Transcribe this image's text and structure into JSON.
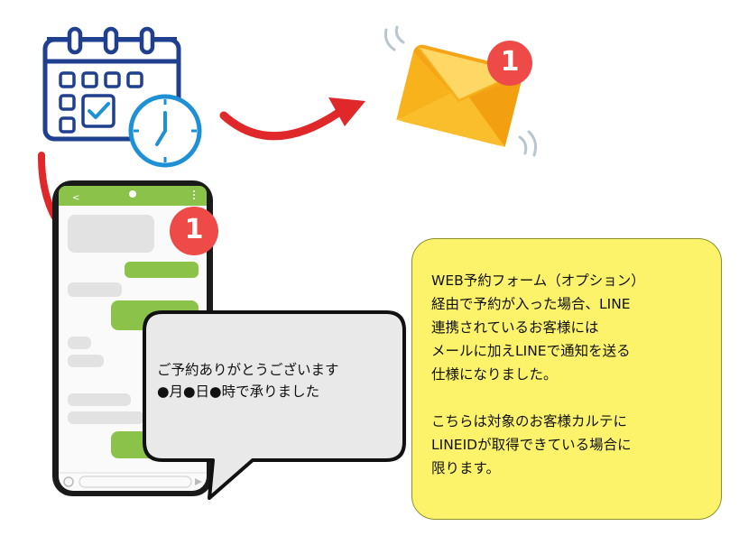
{
  "speech_bubble": {
    "text": "ご予約ありがとうございます\n●月●日●時で承りました"
  },
  "note": {
    "text": "WEB予約フォーム（オプション）\n経由で予約が入った場合、LINE\n連携されているお客様には\nメールに加えLINEで通知を送る\n仕様になりました。\n\nこちらは対象のお客様カルテに\nLINEIDが取得できている場合に\n限ります。"
  },
  "badges": {
    "email_count": "1",
    "phone_count": "1"
  },
  "colors": {
    "calendar_navy": "#1f3f8f",
    "clock_blue": "#1e90d6",
    "arrow_red": "#e0272a",
    "badge_red": "#ee4a48",
    "envelope_yellow": "#f7b21c",
    "chat_green": "#8bc34a",
    "note_yellow": "#fcf36b"
  },
  "icons": {
    "calendar": "calendar-icon",
    "clock": "clock-icon",
    "envelope": "envelope-icon",
    "smartphone": "smartphone-icon"
  }
}
